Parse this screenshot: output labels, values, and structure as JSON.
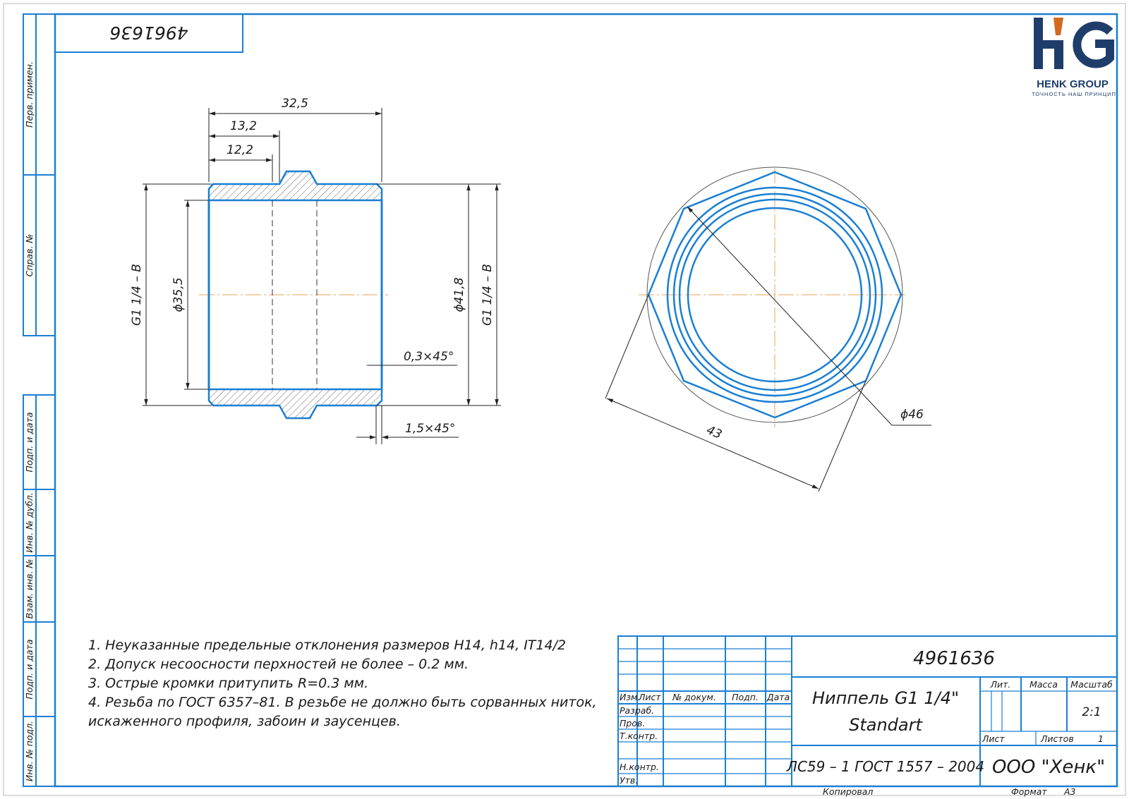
{
  "doc_number": "4961636",
  "logo": {
    "letters": "HG",
    "company": "HENK GROUP",
    "slogan": "ТОЧНОСТЬ НАШ ПРИНЦИП",
    "colors": {
      "navy": "#1f3d6b",
      "accent": "#d2691e"
    }
  },
  "side_labels": {
    "perv_primen": "Перв. примен.",
    "sprav_no": "Справ. №",
    "podp_data_1": "Подп. и дата",
    "inv_dubl": "Инв. № дубл.",
    "vzam_inv": "Взам. инв. №",
    "podp_data_2": "Подп. и дата",
    "inv_podl": "Инв. № подл."
  },
  "dims": {
    "len_total": "32,5",
    "len_1": "13,2",
    "len_2": "12,2",
    "thread_left": "G1 1/4 – B",
    "thread_right": "G1 1/4 – B",
    "dia_inner": "ϕ35,5",
    "dia_outer": "ϕ41,8",
    "chamfer_1": "0,3×45°",
    "chamfer_2": "1,5×45°",
    "hex_dia": "ϕ46",
    "hex_flat": "43"
  },
  "notes": [
    "1. Неуказанные предельные отклонения размеров H14, h14, IT14/2",
    "2. Допуск несоосности перхностей не более – 0.2 мм.",
    "3. Острые кромки притупить R=0.3 мм.",
    "4. Резьба по ГОСТ 6357–81. В резьбе не должно быть сорванных ниток,",
    "искаженного профиля, забоин и заусенцев."
  ],
  "title_block": {
    "number": "4961636",
    "name_line1": "Ниппель G1 1/4\"",
    "name_line2": "Standart",
    "material": "ЛС59 – 1 ГОСТ 1557 – 2004",
    "company": "ООО \"Хенк\"",
    "hdr_izm": "Изм.",
    "hdr_list": "Лист",
    "hdr_ndokum": "№ докум.",
    "hdr_podp": "Подп.",
    "hdr_data": "Дата",
    "razrab": "Разраб.",
    "prov": "Пров.",
    "tkontr": "Т.контр.",
    "nkontr": "Н.контр.",
    "utv": "Утв.",
    "lit": "Лит.",
    "massa": "Масса",
    "masshtab": "Масштаб",
    "scale": "2:1",
    "list_label": "Лист",
    "listov_label": "Листов",
    "listov_value": "1",
    "kopiroval": "Копировал",
    "format_label": "Формат",
    "format_value": "А3"
  }
}
